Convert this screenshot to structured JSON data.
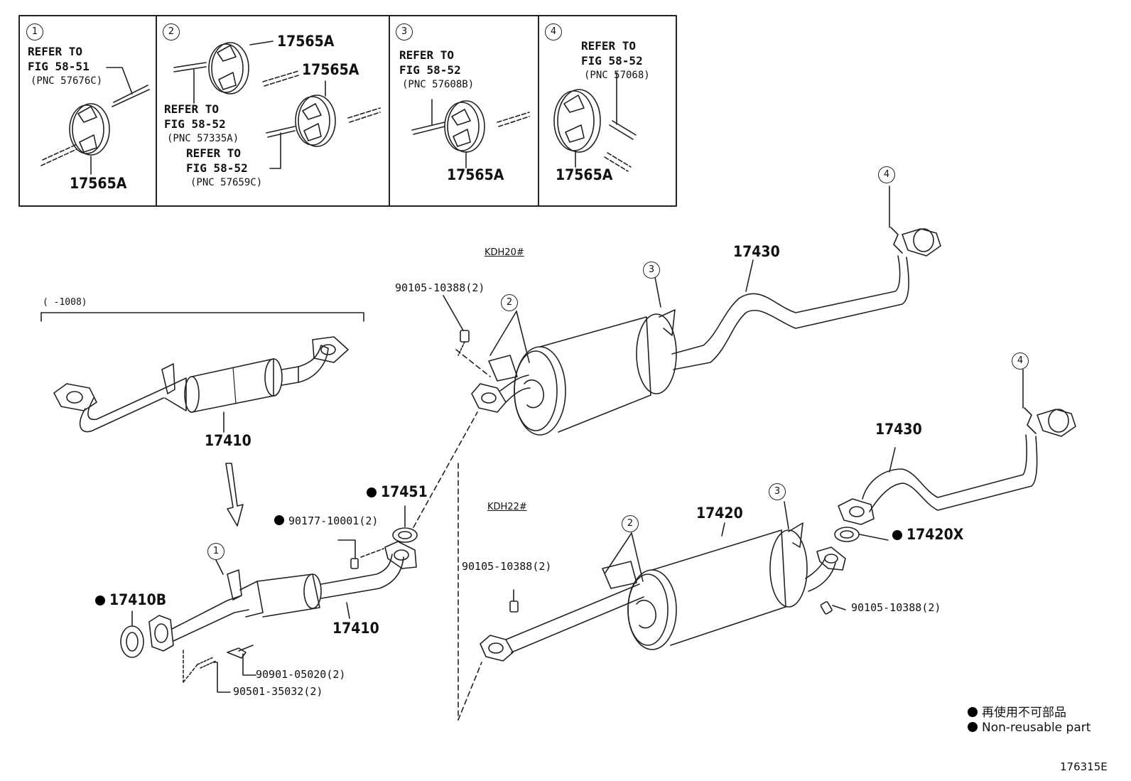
{
  "inset_panels": [
    {
      "index": "1",
      "ref_lines": [
        "REFER TO",
        "FIG 58-51",
        "(PNC 57676C)"
      ],
      "part": "17565A"
    },
    {
      "index": "2",
      "part_a": "17565A",
      "part_b": "17565A",
      "ref1_lines": [
        "REFER TO",
        "FIG 58-52",
        "(PNC 57335A)"
      ],
      "ref2_lines": [
        "REFER TO",
        "FIG 58-52",
        "(PNC 57659C)"
      ]
    },
    {
      "index": "3",
      "ref_lines": [
        "REFER TO",
        "FIG 58-52",
        "(PNC 57608B)"
      ],
      "part": "17565A"
    },
    {
      "index": "4",
      "ref_lines": [
        "REFER TO",
        "FIG 58-52",
        "(PNC 57068)"
      ],
      "part": "17565A"
    }
  ],
  "main": {
    "range_label": "(      -1008)",
    "upper_pipe_part": "17410",
    "lower_pipe_part": "17410",
    "gasket_front": "17410B",
    "gasket_mid": "17451",
    "nut": "90177-10001(2)",
    "bolt_a": "90901-05020(2)",
    "spring": "90501-35032(2)",
    "callout_1": "1",
    "kdh20": {
      "model": "KDH20#",
      "bolt": "90105-10388(2)",
      "tail_part": "17430",
      "callout_2": "2",
      "callout_3": "3",
      "callout_4": "4"
    },
    "kdh22": {
      "model": "KDH22#",
      "bolt_left": "90105-10388(2)",
      "bolt_right": "90105-10388(2)",
      "muffler_part": "17420",
      "gasket": "17420X",
      "tail_part": "17430",
      "callout_2": "2",
      "callout_3": "3",
      "callout_4": "4"
    }
  },
  "legend": {
    "line1": "再使用不可部品",
    "line2": "Non-reusable part"
  },
  "figure_id": "176315E"
}
